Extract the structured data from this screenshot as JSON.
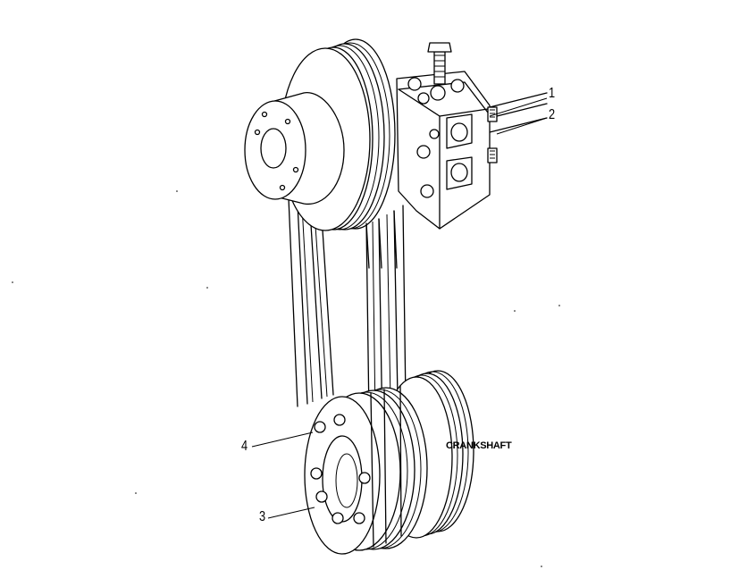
{
  "callouts": {
    "c1": "1",
    "c2": "2",
    "c3": "3",
    "c4": "4"
  },
  "labels": {
    "crankshaft": "CRANKSHAFT"
  },
  "colors": {
    "ink": "#000000",
    "paper": "#ffffff"
  }
}
